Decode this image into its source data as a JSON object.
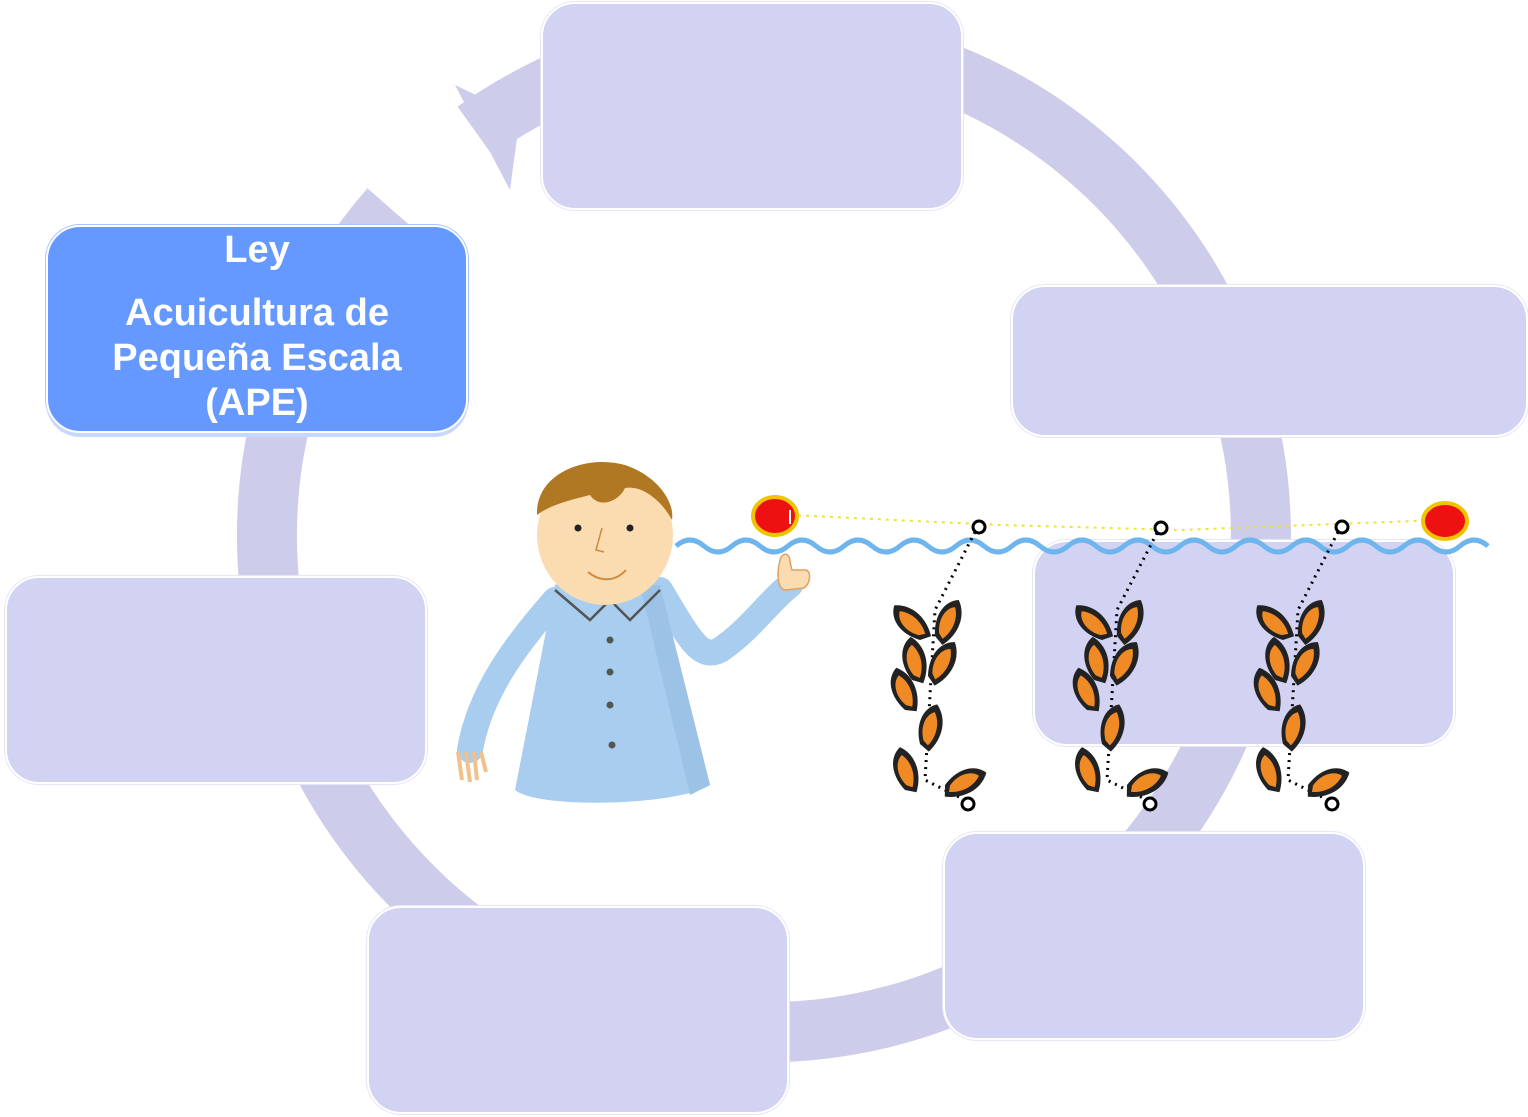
{
  "diagram": {
    "highlighted_box": {
      "title": "Ley",
      "body": "Acuicultura de Pequeña Escala (APE)"
    },
    "empty_boxes": 6,
    "colors": {
      "ring": "#cdcdeb",
      "box_fill": "#d2d2f2",
      "highlight_fill": "#6699ff",
      "highlight_text": "#ffffff",
      "water": "#6eb4ee",
      "buoy": "#ee1111",
      "buoy_ring": "#f0c400",
      "line": "#f0e040",
      "mussel_shell": "#222222",
      "mussel_flesh": "#f08a24",
      "shirt": "#a8cdee",
      "skin": "#fbdcb0",
      "hair": "#b07822"
    },
    "icons": [
      "person-thumbs-up-icon",
      "buoy-icon",
      "mussel-rope-icon",
      "wave-line-icon"
    ]
  }
}
